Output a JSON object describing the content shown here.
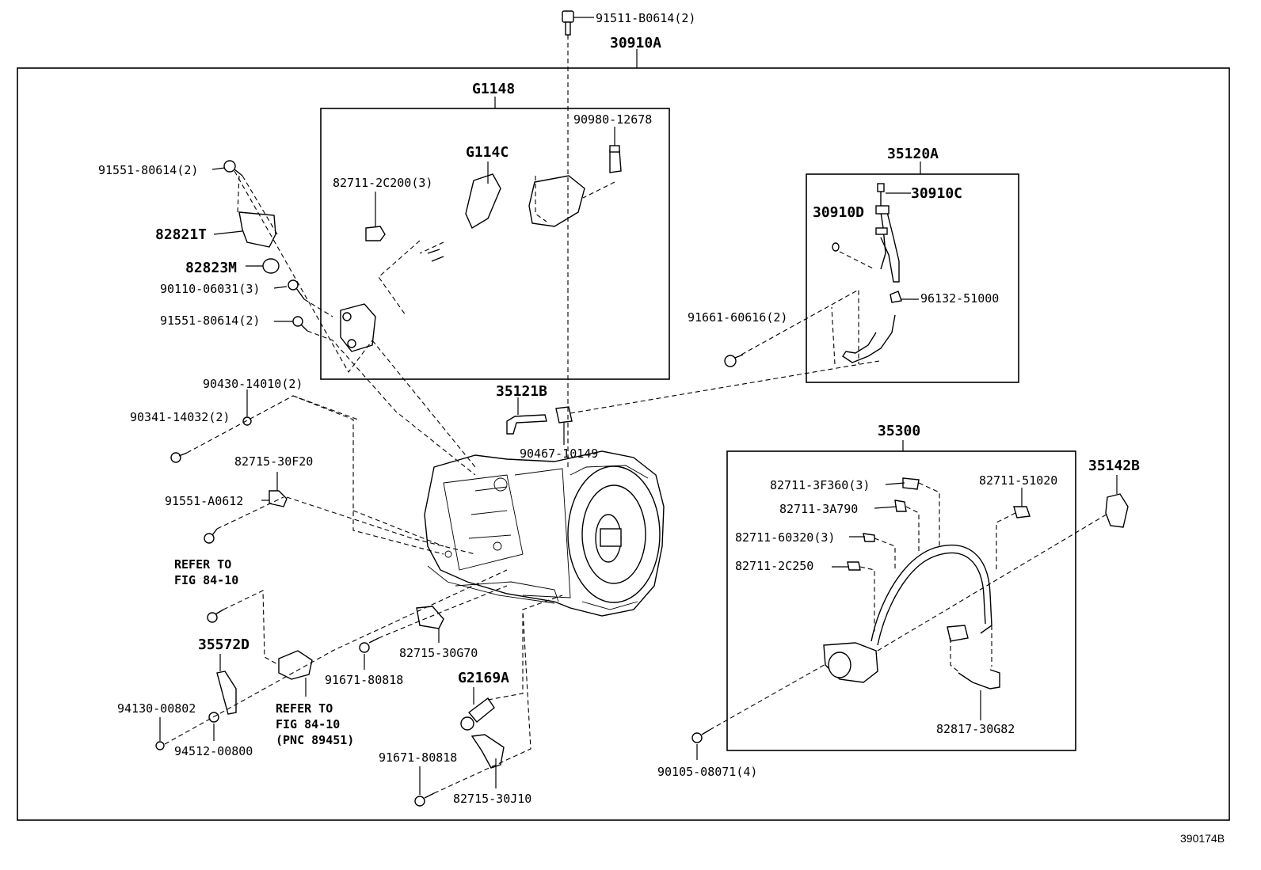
{
  "labels": {
    "p91511_B0614": "91511-B0614(2)",
    "p30910A": "30910A",
    "pG1148": "G1148",
    "p90980_12678": "90980-12678",
    "pG114C": "G114C",
    "p82711_2C200": "82711-2C200(3)",
    "p91551_80614_top": "91551-80614(2)",
    "p82821T": "82821T",
    "p82823M": "82823M",
    "p90110_06031": "90110-06031(3)",
    "p91551_80614_mid": "91551-80614(2)",
    "p35120A": "35120A",
    "p30910C": "30910C",
    "p30910D": "30910D",
    "p96132_51000": "96132-51000",
    "p91661_60616": "91661-60616(2)",
    "p90430_14010": "90430-14010(2)",
    "p90341_14032": "90341-14032(2)",
    "p35121B": "35121B",
    "p90467_10149": "90467-10149",
    "p82715_30F20": "82715-30F20",
    "p91551_A0612": "91551-A0612",
    "p35300": "35300",
    "p35142B": "35142B",
    "p82711_3F360": "82711-3F360(3)",
    "p82711_51020": "82711-51020",
    "p82711_3A790": "82711-3A790",
    "p82711_60320": "82711-60320(3)",
    "p82711_2C250": "82711-2C250",
    "ref1_line1": "REFER TO",
    "ref1_line2": "FIG 84-10",
    "p35572D": "35572D",
    "p82715_30G70": "82715-30G70",
    "p91671_80818_a": "91671-80818",
    "pG2169A": "G2169A",
    "p94130_00802": "94130-00802",
    "ref2_line1": "REFER TO",
    "ref2_line2": "FIG 84-10",
    "ref2_line3": "(PNC 89451)",
    "p94512_00800": "94512-00800",
    "p91671_80818_b": "91671-80818",
    "p82715_30J10": "82715-30J10",
    "p90105_08071": "90105-08071(4)",
    "p82817_30G82": "82817-30G82",
    "illustration_no": "390174B"
  }
}
